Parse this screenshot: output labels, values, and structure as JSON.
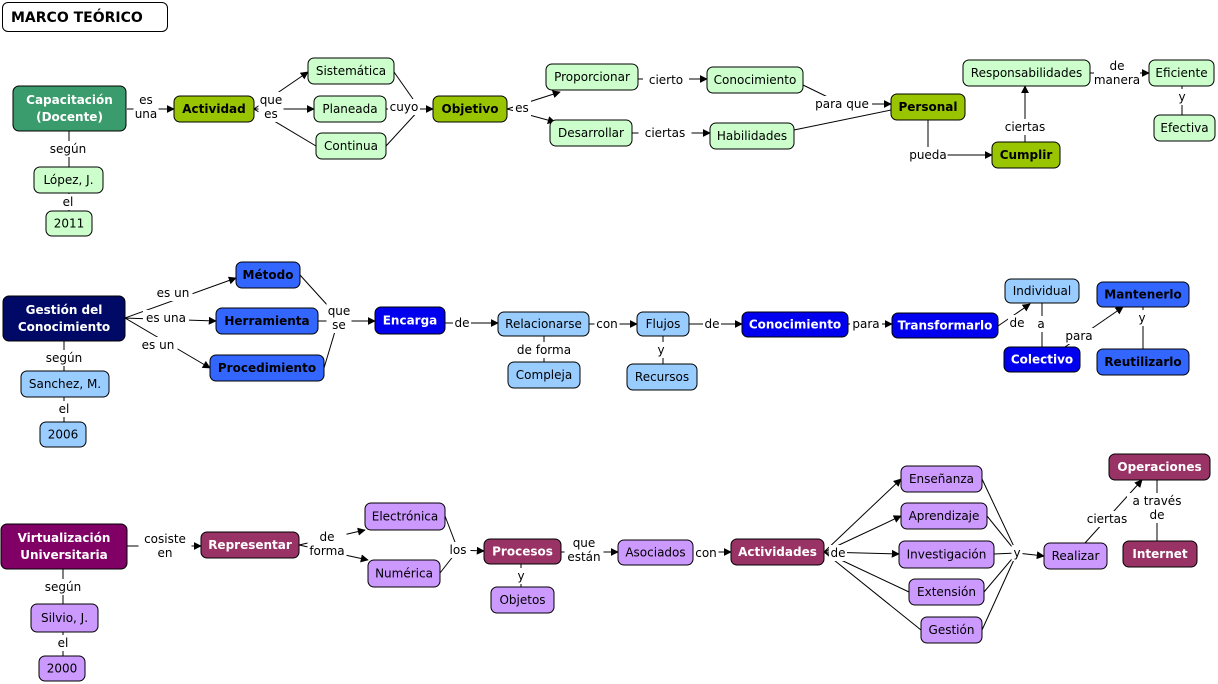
{
  "title": "MARCO TEÓRICO",
  "colors": {
    "green_dark": "#3a9b6c",
    "green_olive": "#99c400",
    "green_light": "#ccffcc",
    "navy": "#000a66",
    "blue_bright": "#0000ee",
    "blue_mid": "#3366ff",
    "blue_light": "#99ccff",
    "purple_dark": "#800066",
    "maroon": "#993366",
    "lavender": "#cc99ff"
  },
  "nodes": [
    {
      "id": "n1",
      "label": "Capacitación\n(Docente)",
      "style": "green_dark"
    },
    {
      "id": "n2",
      "label": "Actividad",
      "style": "green_olive"
    },
    {
      "id": "n3",
      "label": "Sistemática",
      "style": "green_light"
    },
    {
      "id": "n4",
      "label": "Planeada",
      "style": "green_light"
    },
    {
      "id": "n5",
      "label": "Continua",
      "style": "green_light"
    },
    {
      "id": "n6",
      "label": "Objetivo",
      "style": "green_olive"
    },
    {
      "id": "n7",
      "label": "Proporcionar",
      "style": "green_light"
    },
    {
      "id": "n8",
      "label": "Desarrollar",
      "style": "green_light"
    },
    {
      "id": "n9",
      "label": "Conocimiento",
      "style": "green_light"
    },
    {
      "id": "n10",
      "label": "Habilidades",
      "style": "green_light"
    },
    {
      "id": "n11",
      "label": "Personal",
      "style": "green_olive"
    },
    {
      "id": "n12",
      "label": "Cumplir",
      "style": "green_olive"
    },
    {
      "id": "n13",
      "label": "Responsabilidades",
      "style": "green_light"
    },
    {
      "id": "n14",
      "label": "Eficiente",
      "style": "green_light"
    },
    {
      "id": "n15",
      "label": "Efectiva",
      "style": "green_light"
    },
    {
      "id": "n16",
      "label": "López, J.",
      "style": "green_light"
    },
    {
      "id": "n17",
      "label": "2011",
      "style": "green_light"
    },
    {
      "id": "n20",
      "label": "Gestión del\nConocimiento",
      "style": "navy"
    },
    {
      "id": "n21",
      "label": "Método",
      "style": "blue_mid"
    },
    {
      "id": "n22",
      "label": "Herramienta",
      "style": "blue_mid"
    },
    {
      "id": "n23",
      "label": "Procedimiento",
      "style": "blue_mid"
    },
    {
      "id": "n24",
      "label": "Encarga",
      "style": "blue_bright"
    },
    {
      "id": "n25",
      "label": "Relacionarse",
      "style": "blue_light"
    },
    {
      "id": "n26",
      "label": "Compleja",
      "style": "blue_light"
    },
    {
      "id": "n27",
      "label": "Flujos",
      "style": "blue_light"
    },
    {
      "id": "n28",
      "label": "Recursos",
      "style": "blue_light"
    },
    {
      "id": "n29",
      "label": "Conocimiento",
      "style": "blue_bright"
    },
    {
      "id": "n30",
      "label": "Transformarlo",
      "style": "blue_bright"
    },
    {
      "id": "n31",
      "label": "Individual",
      "style": "blue_light"
    },
    {
      "id": "n32",
      "label": "Colectivo",
      "style": "blue_bright"
    },
    {
      "id": "n33",
      "label": "Mantenerlo",
      "style": "blue_mid"
    },
    {
      "id": "n34",
      "label": "Reutilizarlo",
      "style": "blue_mid"
    },
    {
      "id": "n35",
      "label": "Sanchez, M.",
      "style": "blue_light"
    },
    {
      "id": "n36",
      "label": "2006",
      "style": "blue_light"
    },
    {
      "id": "n40",
      "label": "Virtualización\nUniversitaria",
      "style": "purple_dark"
    },
    {
      "id": "n41",
      "label": "Representar",
      "style": "maroon"
    },
    {
      "id": "n42",
      "label": "Electrónica",
      "style": "lavender"
    },
    {
      "id": "n43",
      "label": "Numérica",
      "style": "lavender"
    },
    {
      "id": "n44",
      "label": "Procesos",
      "style": "maroon"
    },
    {
      "id": "n45",
      "label": "Objetos",
      "style": "lavender"
    },
    {
      "id": "n46",
      "label": "Asociados",
      "style": "lavender"
    },
    {
      "id": "n47",
      "label": "Actividades",
      "style": "maroon"
    },
    {
      "id": "n48",
      "label": "Enseñanza",
      "style": "lavender"
    },
    {
      "id": "n49",
      "label": "Aprendizaje",
      "style": "lavender"
    },
    {
      "id": "n50",
      "label": "Investigación",
      "style": "lavender"
    },
    {
      "id": "n51",
      "label": "Extensión",
      "style": "lavender"
    },
    {
      "id": "n52",
      "label": "Gestión",
      "style": "lavender"
    },
    {
      "id": "n53",
      "label": "Realizar",
      "style": "lavender"
    },
    {
      "id": "n54",
      "label": "Operaciones",
      "style": "maroon"
    },
    {
      "id": "n55",
      "label": "Internet",
      "style": "maroon"
    },
    {
      "id": "n56",
      "label": "Silvio, J.",
      "style": "lavender"
    },
    {
      "id": "n57",
      "label": "2000",
      "style": "lavender"
    }
  ],
  "link_labels": [
    {
      "id": "l1",
      "text": "es\nuna"
    },
    {
      "id": "l2",
      "text": "que\nes"
    },
    {
      "id": "l3",
      "text": "cuyo"
    },
    {
      "id": "l4",
      "text": "es"
    },
    {
      "id": "l5",
      "text": "cierto"
    },
    {
      "id": "l6",
      "text": "ciertas"
    },
    {
      "id": "l7",
      "text": "para que"
    },
    {
      "id": "l8",
      "text": "pueda"
    },
    {
      "id": "l9",
      "text": "ciertas"
    },
    {
      "id": "l10",
      "text": "de\nmanera"
    },
    {
      "id": "l11",
      "text": "y"
    },
    {
      "id": "l12",
      "text": "según"
    },
    {
      "id": "l13",
      "text": "el"
    },
    {
      "id": "l20",
      "text": "es un"
    },
    {
      "id": "l21",
      "text": "es una"
    },
    {
      "id": "l22",
      "text": "es un"
    },
    {
      "id": "l23",
      "text": "que\nse"
    },
    {
      "id": "l24",
      "text": "de"
    },
    {
      "id": "l25",
      "text": "de forma"
    },
    {
      "id": "l26",
      "text": "con"
    },
    {
      "id": "l27",
      "text": "y"
    },
    {
      "id": "l28",
      "text": "de"
    },
    {
      "id": "l29",
      "text": "para"
    },
    {
      "id": "l30",
      "text": "de"
    },
    {
      "id": "l31",
      "text": "a"
    },
    {
      "id": "l32",
      "text": "para"
    },
    {
      "id": "l33",
      "text": "y"
    },
    {
      "id": "l34",
      "text": "según"
    },
    {
      "id": "l35",
      "text": "el"
    },
    {
      "id": "l40",
      "text": "cosiste\nen"
    },
    {
      "id": "l41",
      "text": "de\nforma"
    },
    {
      "id": "l42",
      "text": "los"
    },
    {
      "id": "l43",
      "text": "y"
    },
    {
      "id": "l44",
      "text": "que\nestán"
    },
    {
      "id": "l45",
      "text": "con"
    },
    {
      "id": "l46",
      "text": "de"
    },
    {
      "id": "l47",
      "text": "y"
    },
    {
      "id": "l48",
      "text": "ciertas"
    },
    {
      "id": "l49",
      "text": "a través\nde"
    },
    {
      "id": "l50",
      "text": "según"
    },
    {
      "id": "l51",
      "text": "el"
    }
  ]
}
